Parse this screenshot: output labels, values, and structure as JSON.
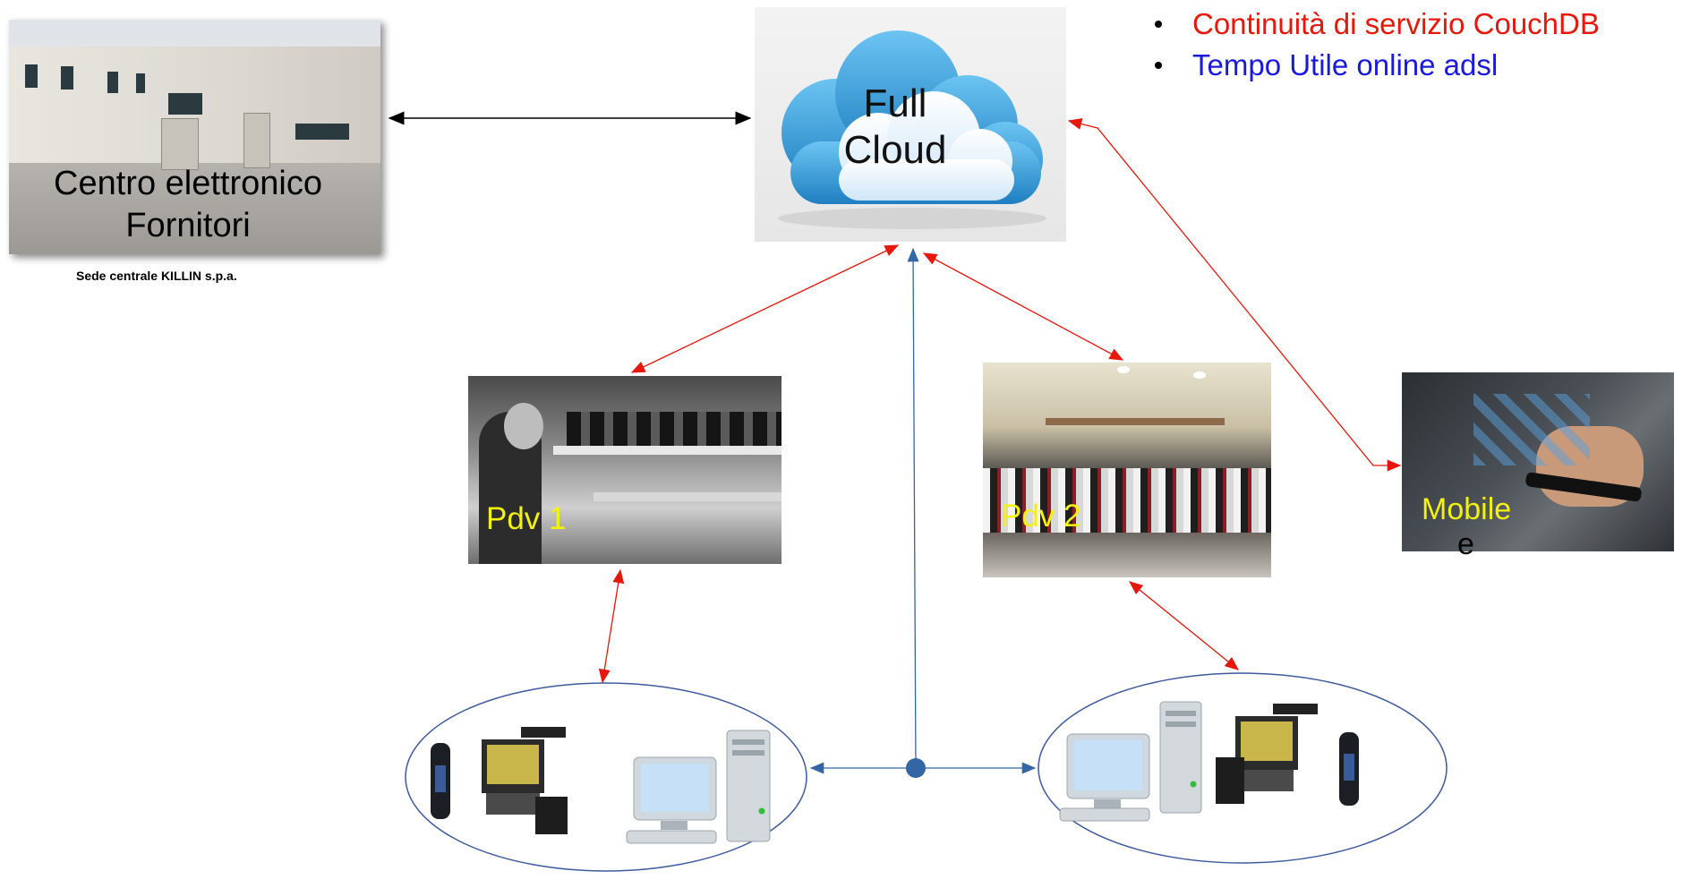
{
  "legend": {
    "items": [
      {
        "label": "Continuità di servizio CouchDB",
        "color": "#e8170c"
      },
      {
        "label": "Tempo Utile online adsl",
        "color": "#1a19e0"
      }
    ]
  },
  "headquarters": {
    "label_line1": "Centro elettronico",
    "label_line2": "Fornitori",
    "caption": "Sede centrale KILLIN s.p.a."
  },
  "cloud": {
    "label_line1": "Full",
    "label_line2": "Cloud"
  },
  "stores": {
    "pdv1": "Pdv 1",
    "pdv2": "Pdv 2",
    "mobile": "Mobile",
    "mobile_overflow": "e"
  },
  "colors": {
    "connector_black": "#000000",
    "connector_red": "#e8170c",
    "connector_blue": "#3465a4",
    "ellipse_stroke": "#3d5a9e",
    "label_yellow": "#f2f20c"
  }
}
